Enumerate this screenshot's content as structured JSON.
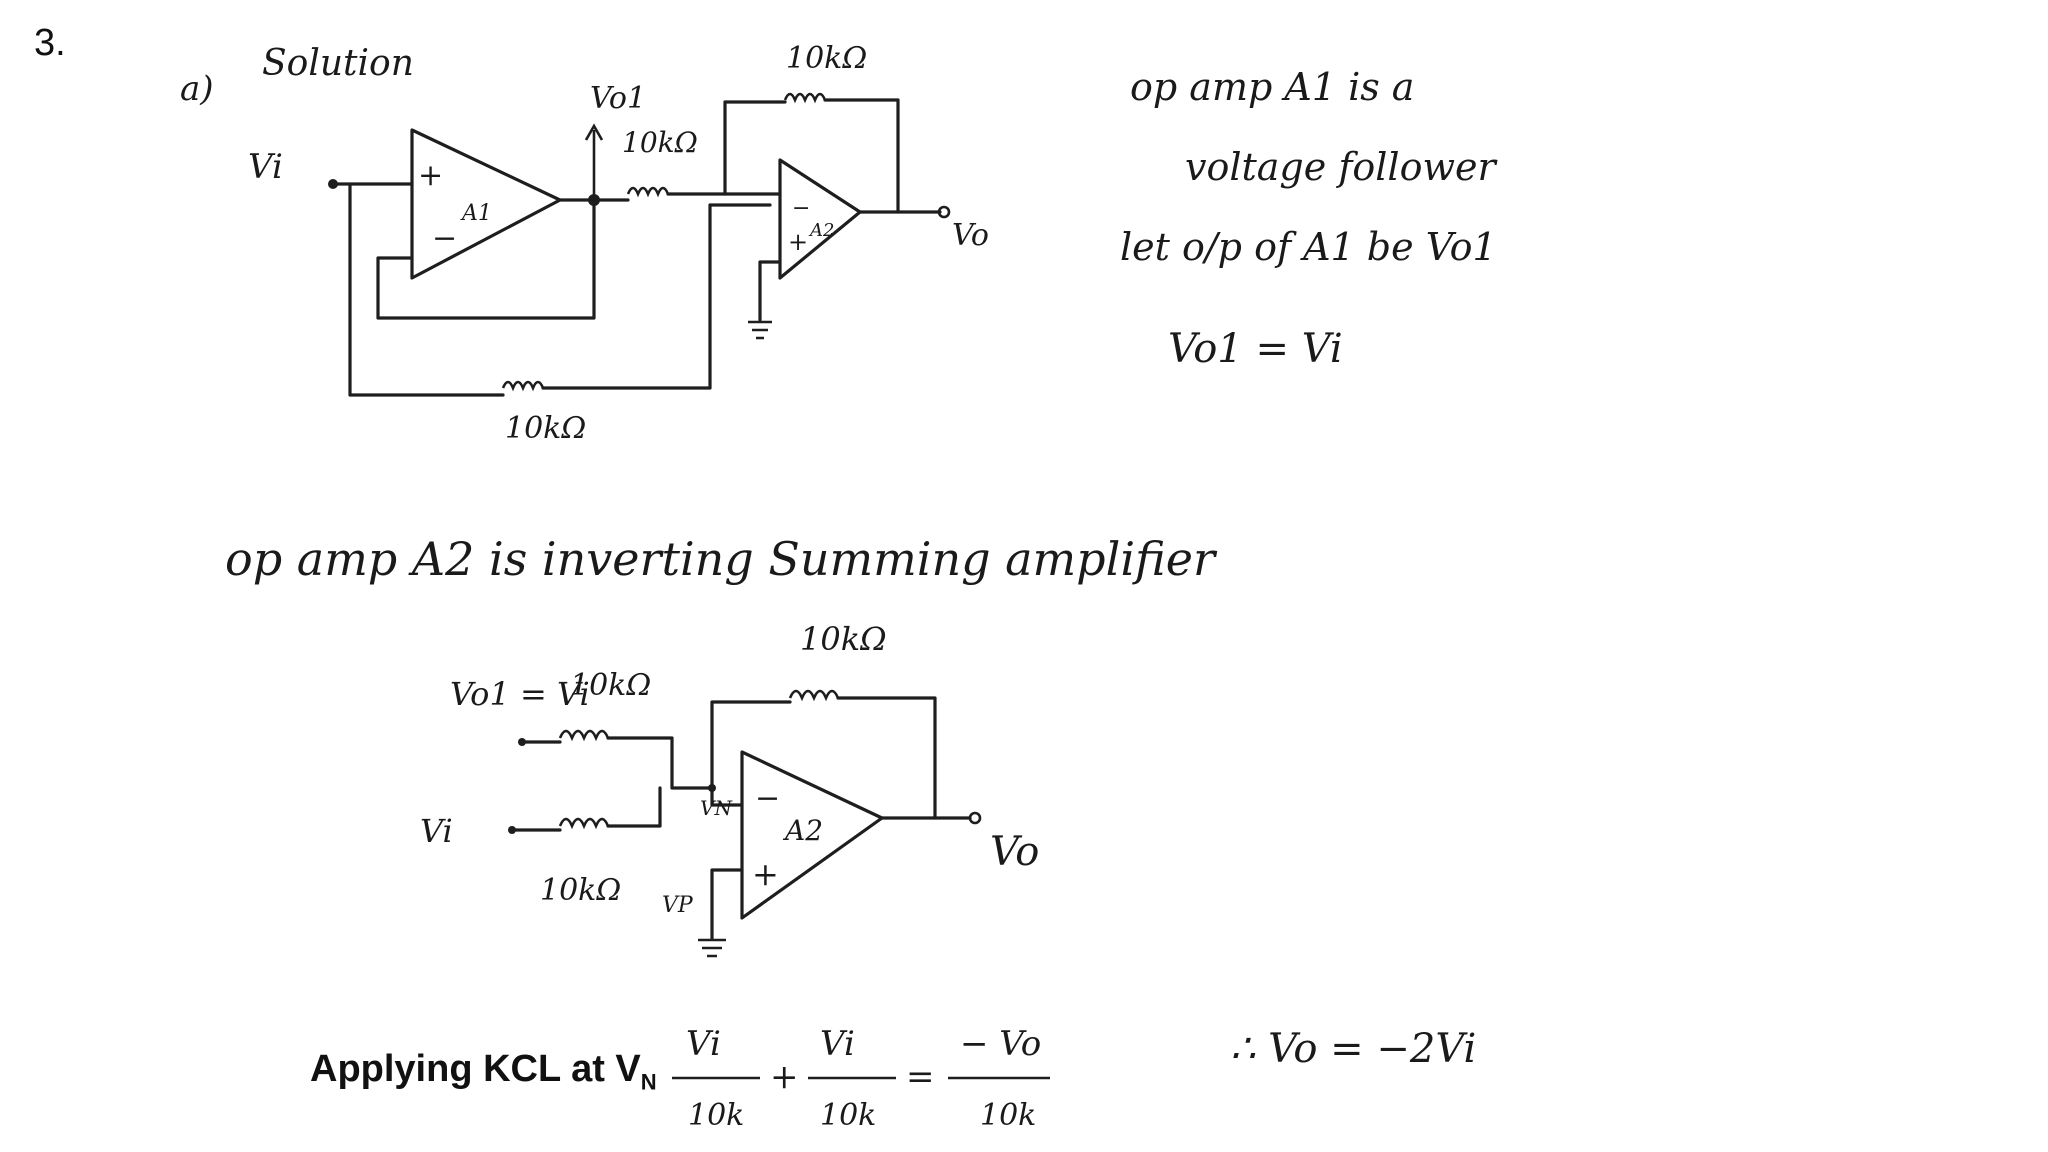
{
  "question_number": "3.",
  "part_a": {
    "marker": "a)",
    "heading": "Solution"
  },
  "circuit1": {
    "input_label": "Vi",
    "opamp1_name": "A1",
    "opamp1_plus": "+",
    "opamp1_minus": "−",
    "node_label": "Vo1",
    "r_series": "10kΩ",
    "r_feedback": "10kΩ",
    "r_bottom": "10kΩ",
    "opamp2_name": "A2",
    "opamp2_minus": "−",
    "opamp2_plus": "+",
    "output_label": "Vo"
  },
  "notes": {
    "line1": "op amp A1 is a",
    "line2": "voltage follower",
    "line3": "let o/p of A1 be Vo1",
    "line4": "Vo1 = Vi"
  },
  "statement": "op amp A2 is inverting Summing amplifier",
  "circuit2": {
    "input1_label": "Vo1 = Vi",
    "r1": "10kΩ",
    "input2_label": "Vi",
    "r2": "10kΩ",
    "rf": "10kΩ",
    "vn_label": "VN",
    "vp_label": "VP",
    "opamp_name": "A2",
    "minus": "−",
    "plus": "+",
    "output_label": "Vo"
  },
  "kcl": {
    "text": "Applying KCL at V",
    "subscript": "N",
    "term1_num": "Vi",
    "term1_den": "10k",
    "plus": "+",
    "term2_num": "Vi",
    "term2_den": "10k",
    "equals": "=",
    "rhs_num": "− Vo",
    "rhs_den": "10k",
    "result": "∴ Vo = −2Vi"
  }
}
